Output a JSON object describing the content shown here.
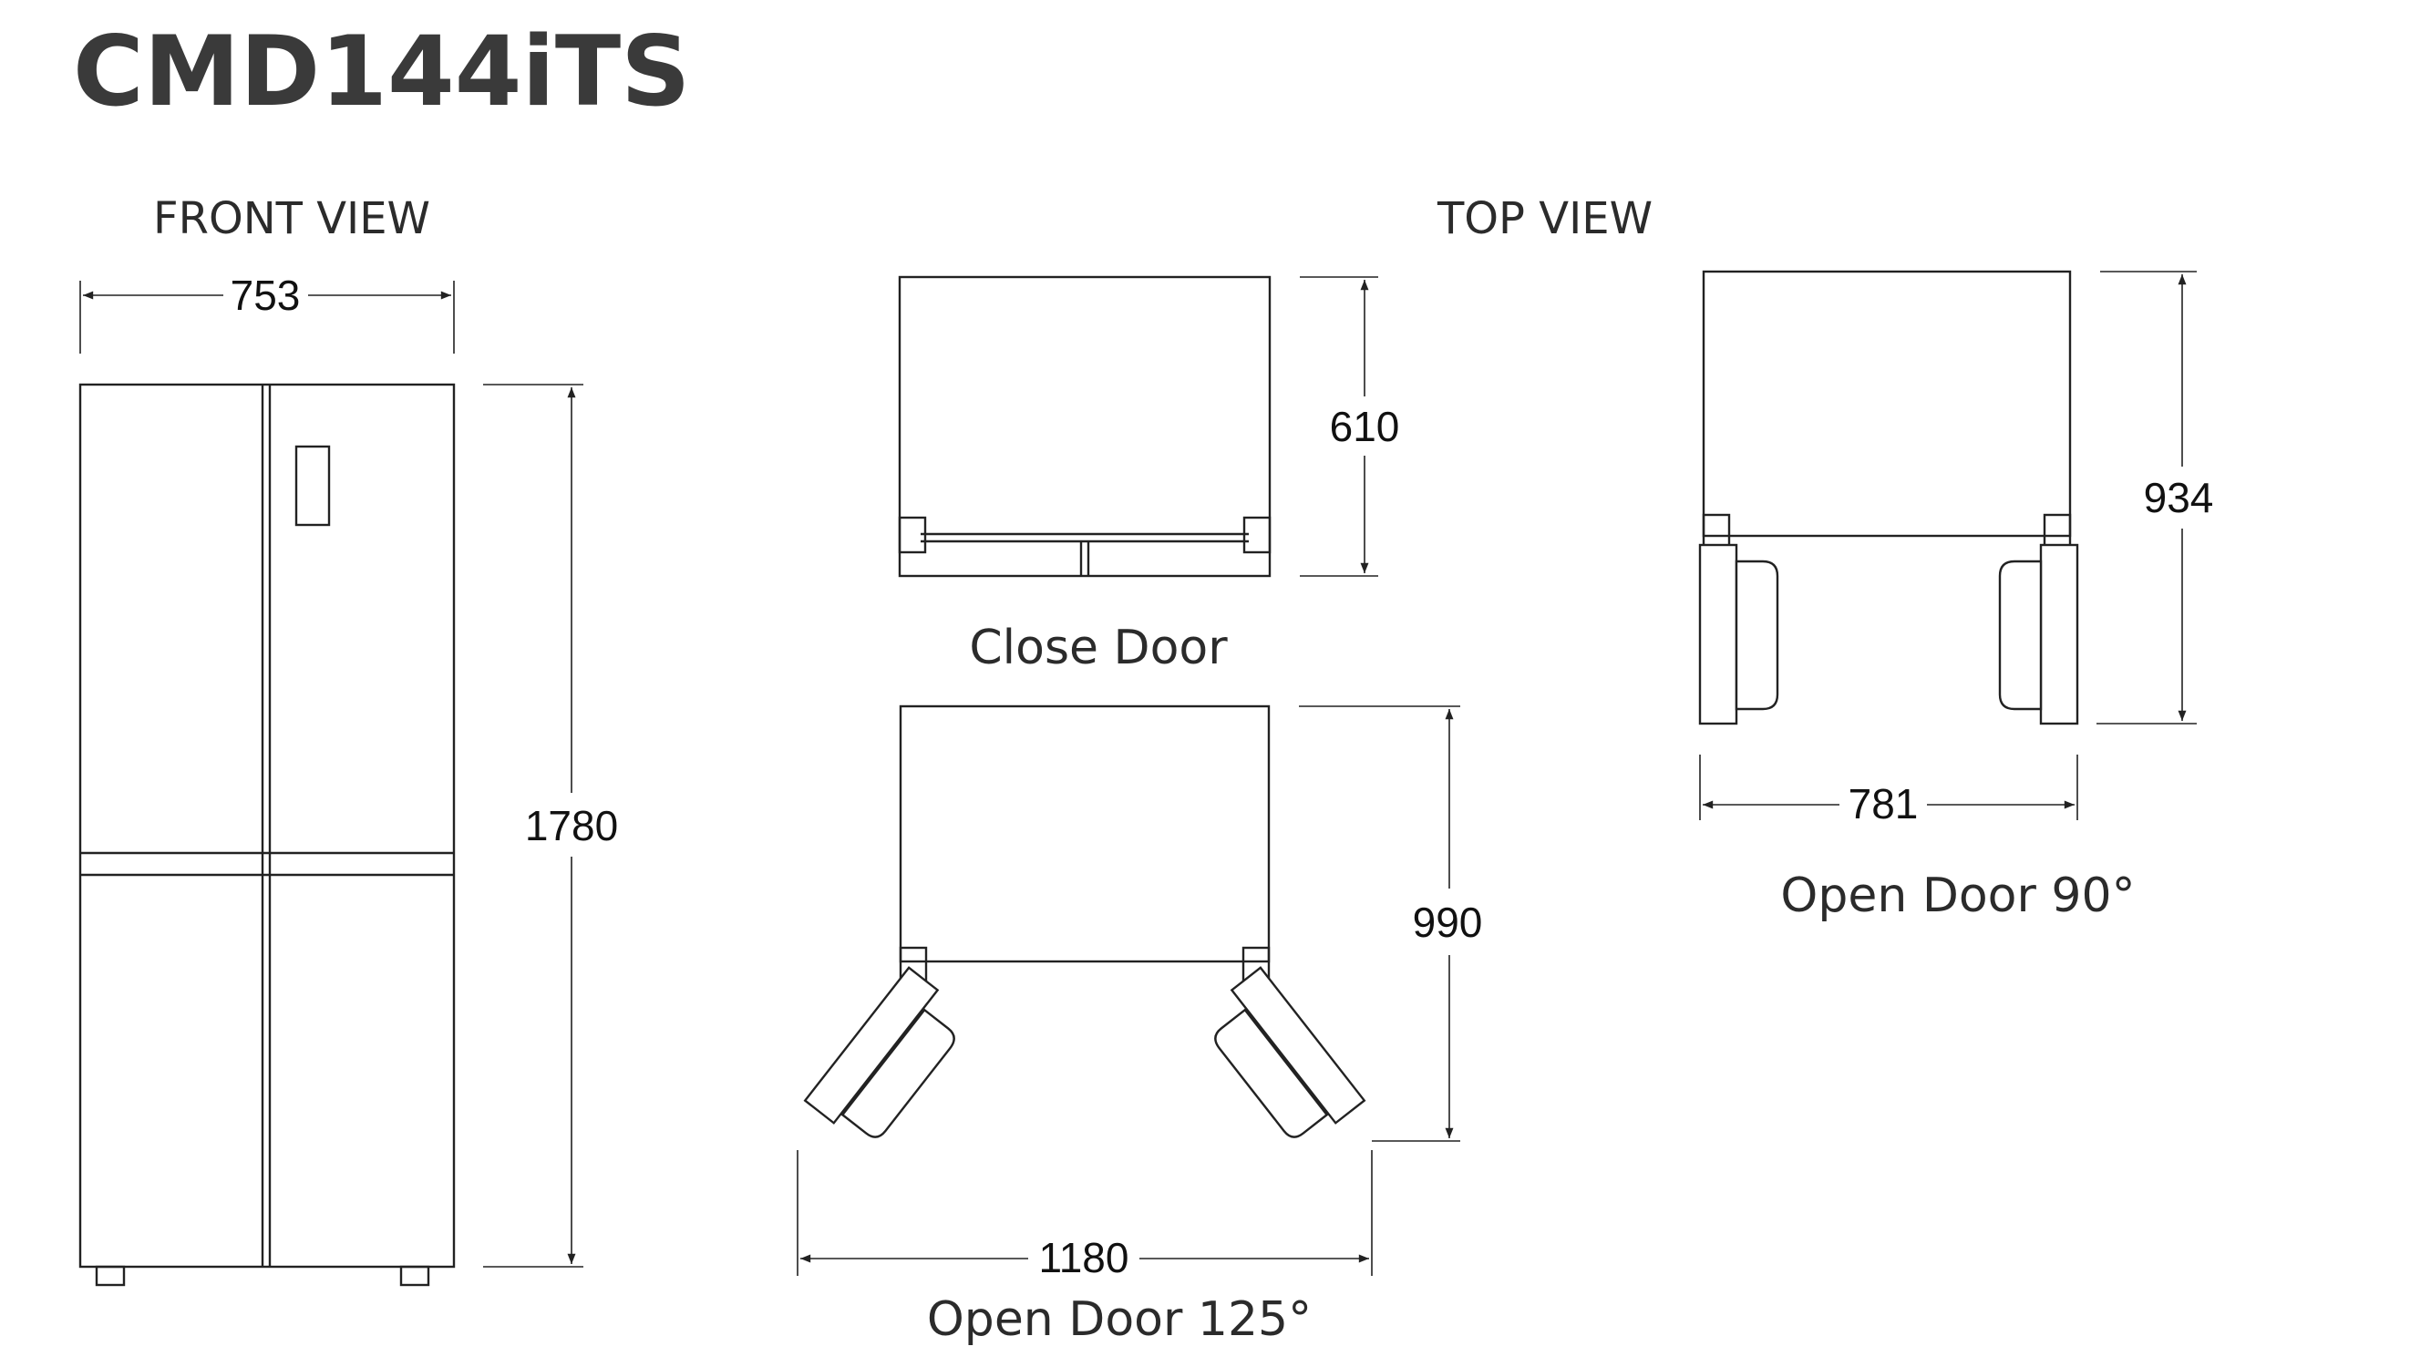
{
  "model": "CMD144iTS",
  "views": {
    "front": "FRONT VIEW",
    "top": "TOP VIEW"
  },
  "captions": {
    "close_door": "Close Door",
    "open_door_125": "Open Door 125°",
    "open_door_90": "Open Door 90°"
  },
  "dimensions": {
    "front_width": "753",
    "front_height": "1780",
    "close_depth": "610",
    "open125_depth": "990",
    "open125_width": "1180",
    "open90_depth": "934",
    "open90_width": "781"
  }
}
